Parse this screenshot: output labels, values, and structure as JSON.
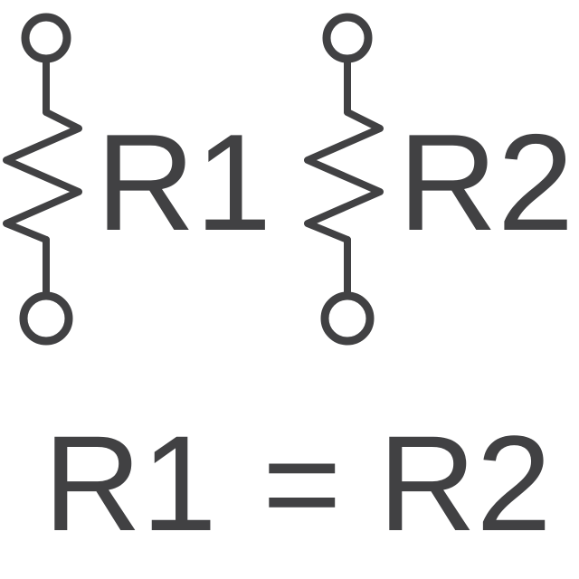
{
  "colors": {
    "ink": "#414143",
    "background": "#ffffff"
  },
  "resistors": [
    {
      "label": "R1"
    },
    {
      "label": "R2"
    }
  ],
  "equation": {
    "left": "R1",
    "operator": "=",
    "right": "R2"
  }
}
